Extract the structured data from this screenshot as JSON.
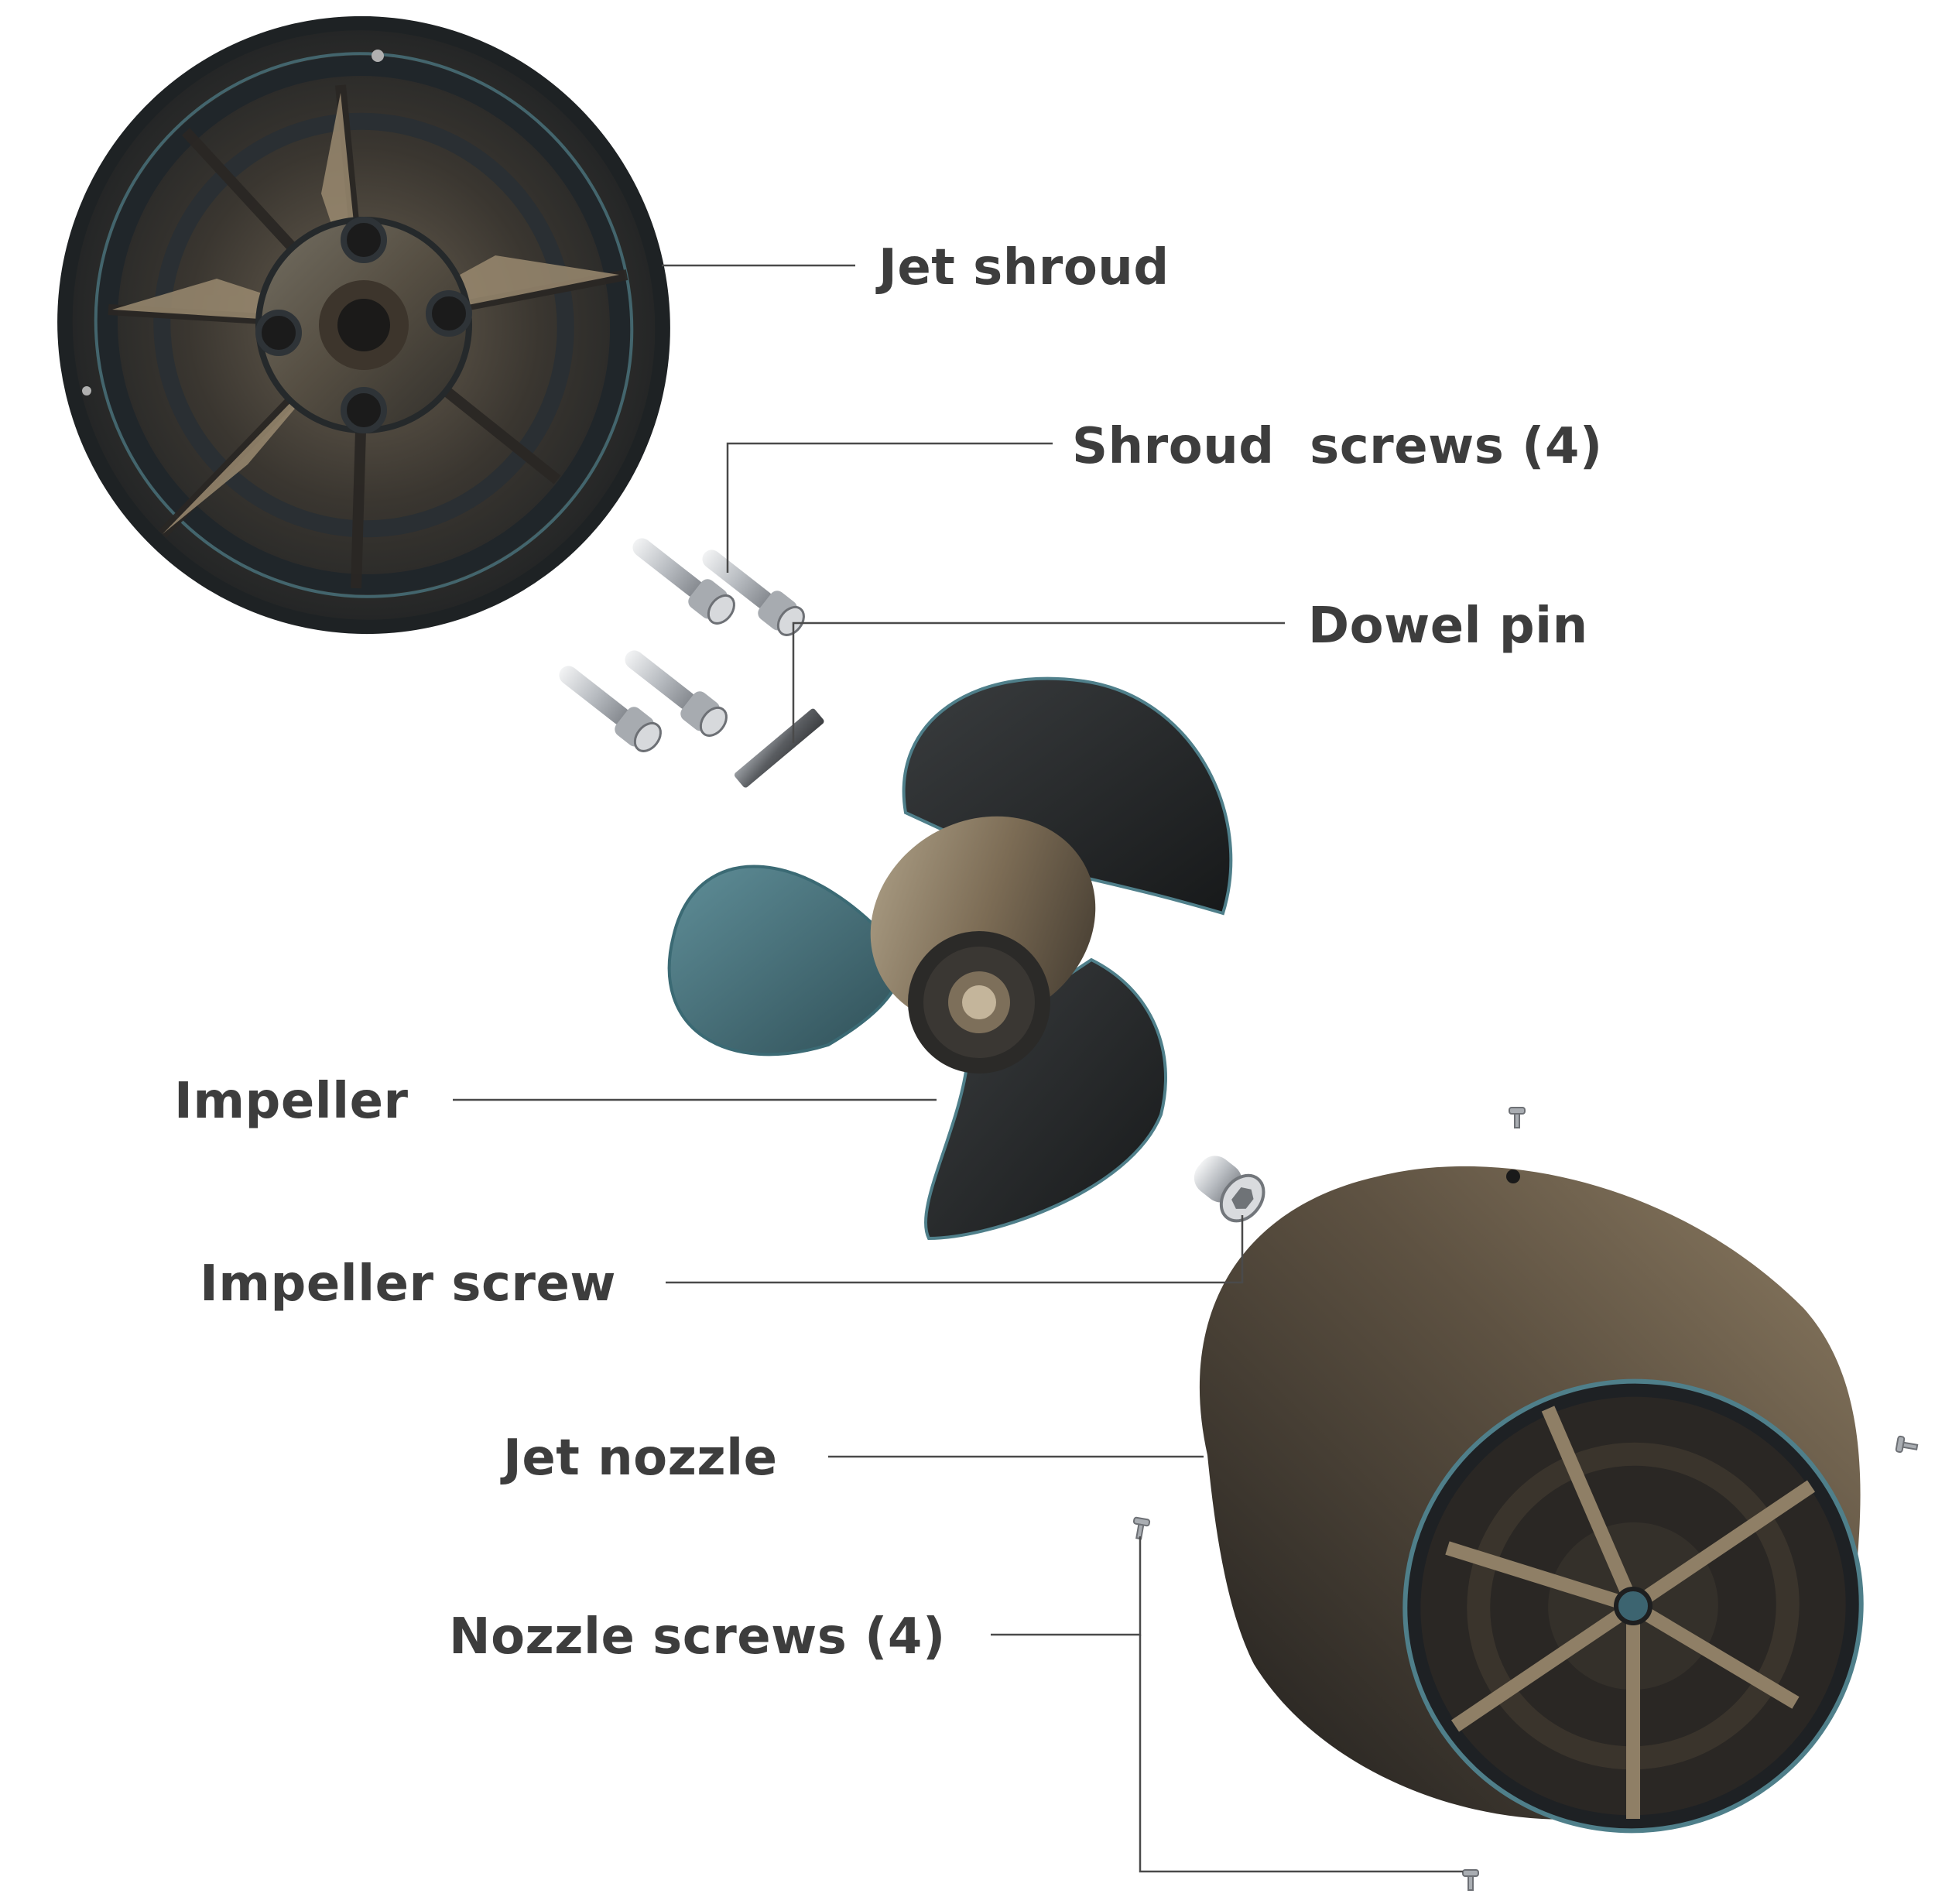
{
  "labels": {
    "jet_shroud": "Jet shroud",
    "shroud_screws": "Shroud  screws (4)",
    "dowel_pin": "Dowel pin",
    "impeller": "Impeller",
    "impeller_screw": "Impeller screw",
    "jet_nozzle": "Jet nozzle",
    "nozzle_screws": "Nozzle screws (4)"
  },
  "colors": {
    "label_text": "#3d3d3d",
    "leader_line": "#4a4a4a",
    "dark_metal": "#2b2b2b",
    "bronze": "#8a7a62",
    "teal_highlight": "#4f7f8a",
    "steel": "#c9ccd0"
  }
}
